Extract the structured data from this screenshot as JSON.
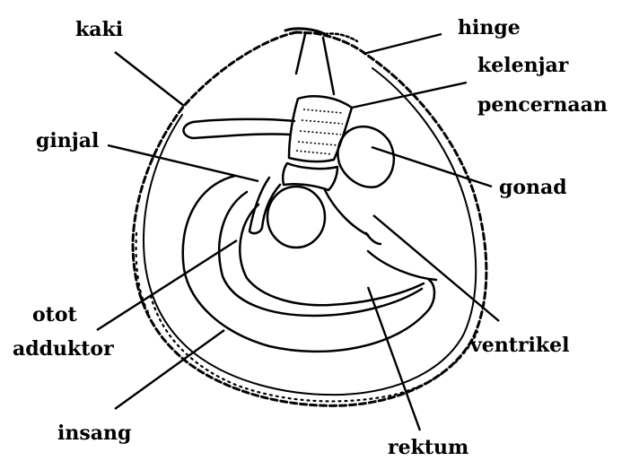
{
  "diagram": {
    "labels": {
      "kaki": "kaki",
      "hinge": "hinge",
      "kelenjar_line1": "kelenjar",
      "kelenjar_line2": "pencernaan",
      "ginjal": "ginjal",
      "gonad": "gonad",
      "otot_line1": "otot",
      "otot_line2": "adduktor",
      "ventrikel": "ventrikel",
      "insang": "insang",
      "rektum": "rektum"
    }
  }
}
